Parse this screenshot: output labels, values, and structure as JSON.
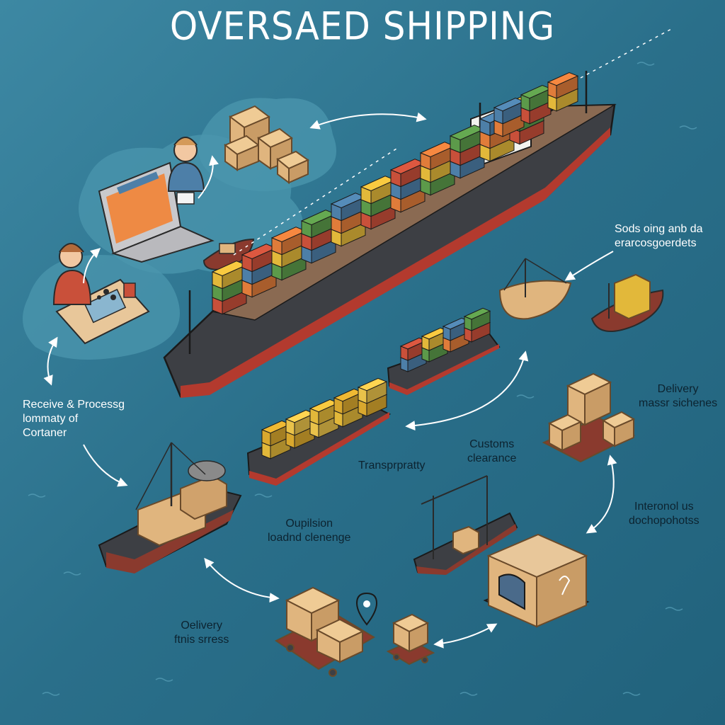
{
  "title": "OVERSAED SHIPPING",
  "labels": {
    "receive": [
      "Receive & Processg",
      "lommaty of",
      "Cortaner"
    ],
    "sods": [
      "Sods oing anb da",
      "erarcosgoerdets"
    ],
    "delivery_top": [
      "Delivery",
      "massr sichenes"
    ],
    "customs": [
      "Customs",
      "clearance"
    ],
    "transport": [
      "Transprpratty"
    ],
    "interonol": [
      "Interonol us",
      "dochopohotss"
    ],
    "oupilsion": [
      "Oupilsion",
      "loadnd clenenge"
    ],
    "delivery_bottom": [
      "Oelivery",
      "ftnis srress"
    ]
  },
  "colors": {
    "sea": "#2a6f8a",
    "sea_light": "#4a95ad",
    "hull": "#3d3f44",
    "hull_red": "#b33a2e",
    "deck": "#8a6a52",
    "box": "#e0b57e",
    "box_shadow": "#b88a58",
    "container_red": "#c9503a",
    "container_green": "#5c9a4a",
    "container_yellow": "#e2b83a",
    "container_orange": "#e07c3a",
    "container_blue": "#4d7fa8",
    "arrow": "#ffffff"
  }
}
